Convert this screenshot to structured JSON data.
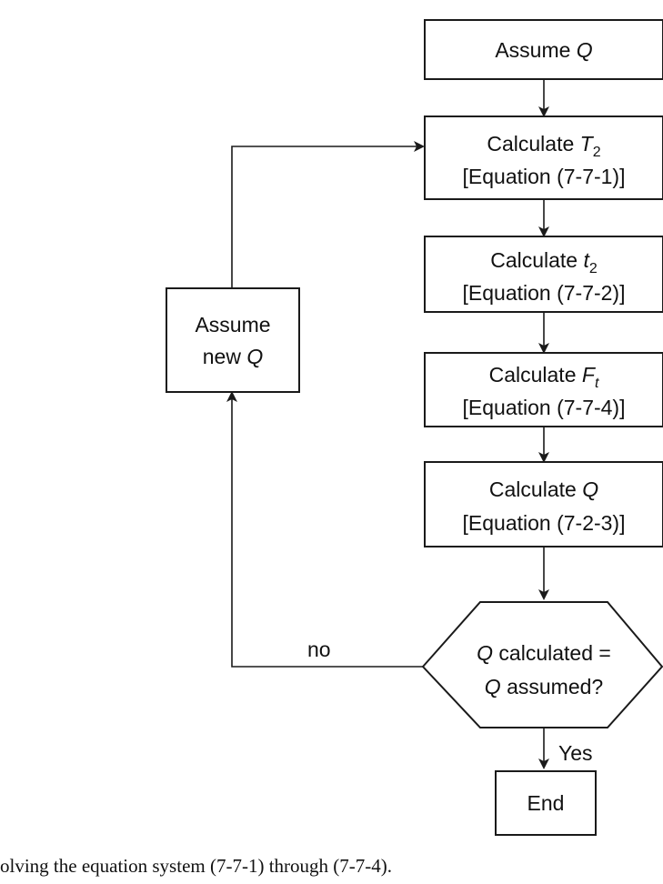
{
  "flowchart": {
    "assume_q": {
      "text": "Assume ",
      "var": "Q"
    },
    "calc_t2": {
      "text": "Calculate ",
      "var": "T",
      "sub": "2",
      "eq": "[Equation (7-7-1)]"
    },
    "calc_t2_lower": {
      "text": "Calculate ",
      "var": "t",
      "sub": "2",
      "eq": "[Equation (7-7-2)]"
    },
    "calc_ft": {
      "text": "Calculate ",
      "var": "F",
      "sub": "t",
      "eq": "[Equation (7-7-4)]"
    },
    "calc_q": {
      "text": "Calculate ",
      "var": "Q",
      "eq": "[Equation (7-2-3)]"
    },
    "decision": {
      "line1_var": "Q",
      "line1_text": " calculated =",
      "line2_var": "Q",
      "line2_text": " assumed?"
    },
    "assume_new_q": {
      "line1": "Assume",
      "line2_text": "new ",
      "line2_var": "Q"
    },
    "end": {
      "text": "End"
    },
    "labels": {
      "no": "no",
      "yes": "Yes"
    }
  },
  "caption": "olving the equation system (7-7-1) through (7-7-4)."
}
